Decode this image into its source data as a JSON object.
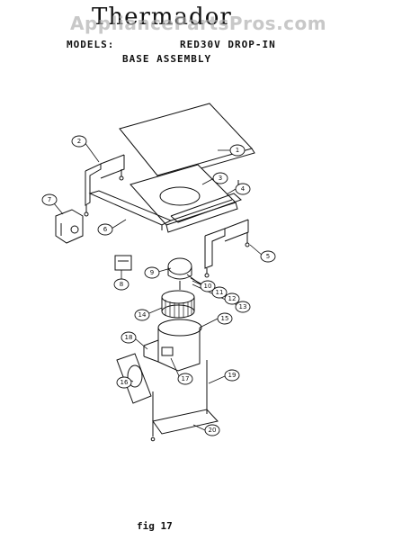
{
  "header": {
    "brand": "Thermador",
    "watermark": "AppliancePartsPros.com",
    "models_label": "MODELS:",
    "model_value": "RED30V DROP-IN",
    "section_title": "BASE ASSEMBLY"
  },
  "callouts": [
    "1",
    "2",
    "3",
    "4",
    "5",
    "6",
    "7",
    "8",
    "9",
    "10",
    "11",
    "12",
    "13",
    "14",
    "15",
    "16",
    "17",
    "18",
    "19",
    "20"
  ],
  "footer": {
    "figure": "fig 17"
  }
}
